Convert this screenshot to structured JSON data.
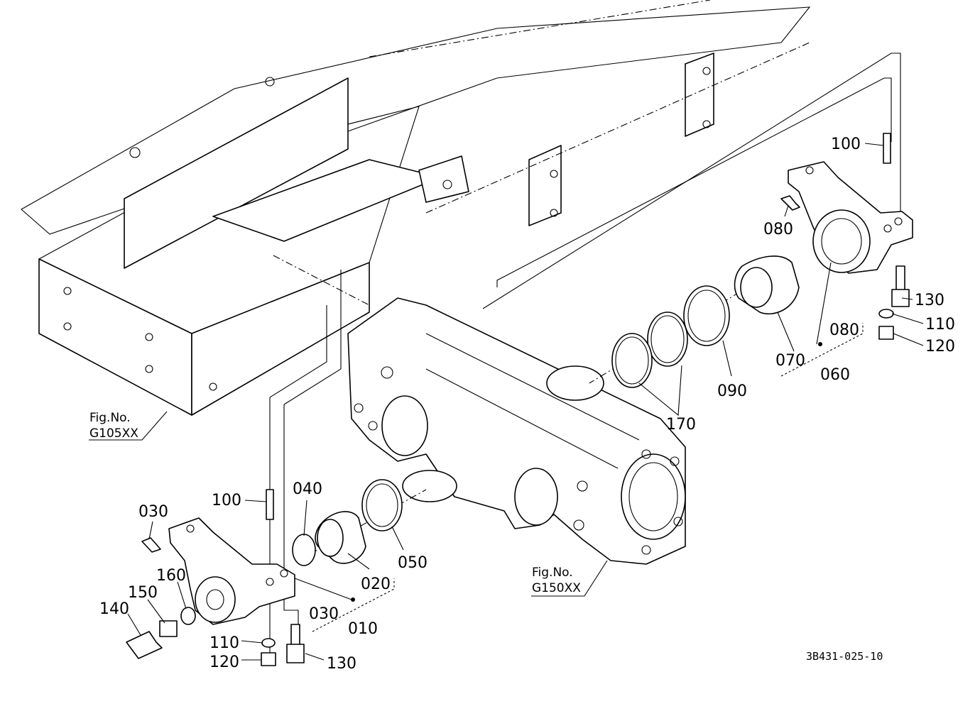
{
  "callouts": {
    "p100_top": "100",
    "p080_a": "080",
    "p130_right": "130",
    "p110_right": "110",
    "p120_right": "120",
    "p080_b": "080",
    "p070": "070",
    "p060": "060",
    "p090": "090",
    "p170": "170",
    "p100_left": "100",
    "p040": "040",
    "p030_a": "030",
    "p160": "160",
    "p150": "150",
    "p140": "140",
    "p020": "020",
    "p050": "050",
    "p030_b": "030",
    "p010": "010",
    "p110_left": "110",
    "p120_left": "120",
    "p130_left": "130"
  },
  "figrefs": {
    "fig1_line1": "Fig.No.",
    "fig1_line2": "G105XX",
    "fig2_line1": "Fig.No.",
    "fig2_line2": "G150XX"
  },
  "drawing_code": "3B431-025-10"
}
